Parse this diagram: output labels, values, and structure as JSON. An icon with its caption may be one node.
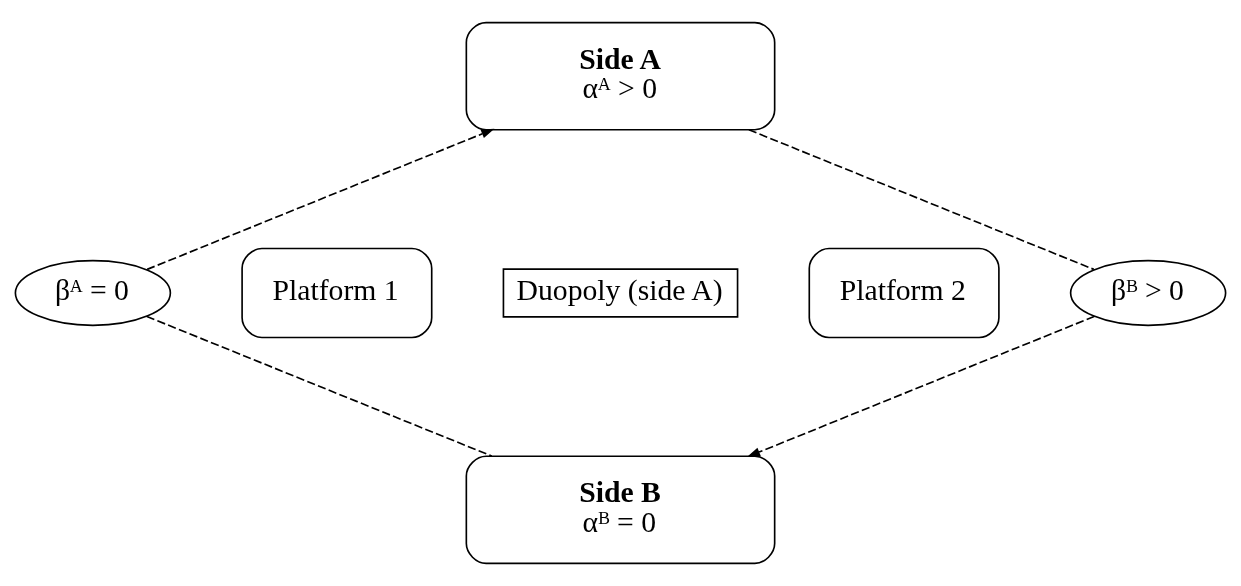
{
  "diagram": {
    "nodes": [
      {
        "text": [
          "Side A",
          "αᴬ > 0"
        ]
      },
      {
        "text": [
          "βᴬ = 0"
        ]
      },
      {
        "text": [
          "Platform 1"
        ]
      },
      {
        "text": [
          "Duopoly (side A)"
        ]
      },
      {
        "text": [
          "Platform 2"
        ]
      },
      {
        "text": [
          "βᴮ > 0"
        ]
      },
      {
        "text": [
          "Side B",
          "αᴮ = 0"
        ]
      }
    ],
    "edges": [
      {
        "from": 1,
        "to": 0,
        "arrow": "to",
        "style": "dashed"
      },
      {
        "from": 0,
        "to": 5,
        "arrow": "none",
        "style": "dashed"
      },
      {
        "from": 1,
        "to": 6,
        "arrow": "none",
        "style": "dashed"
      },
      {
        "from": 5,
        "to": 6,
        "arrow": "to",
        "style": "dashed"
      }
    ]
  }
}
